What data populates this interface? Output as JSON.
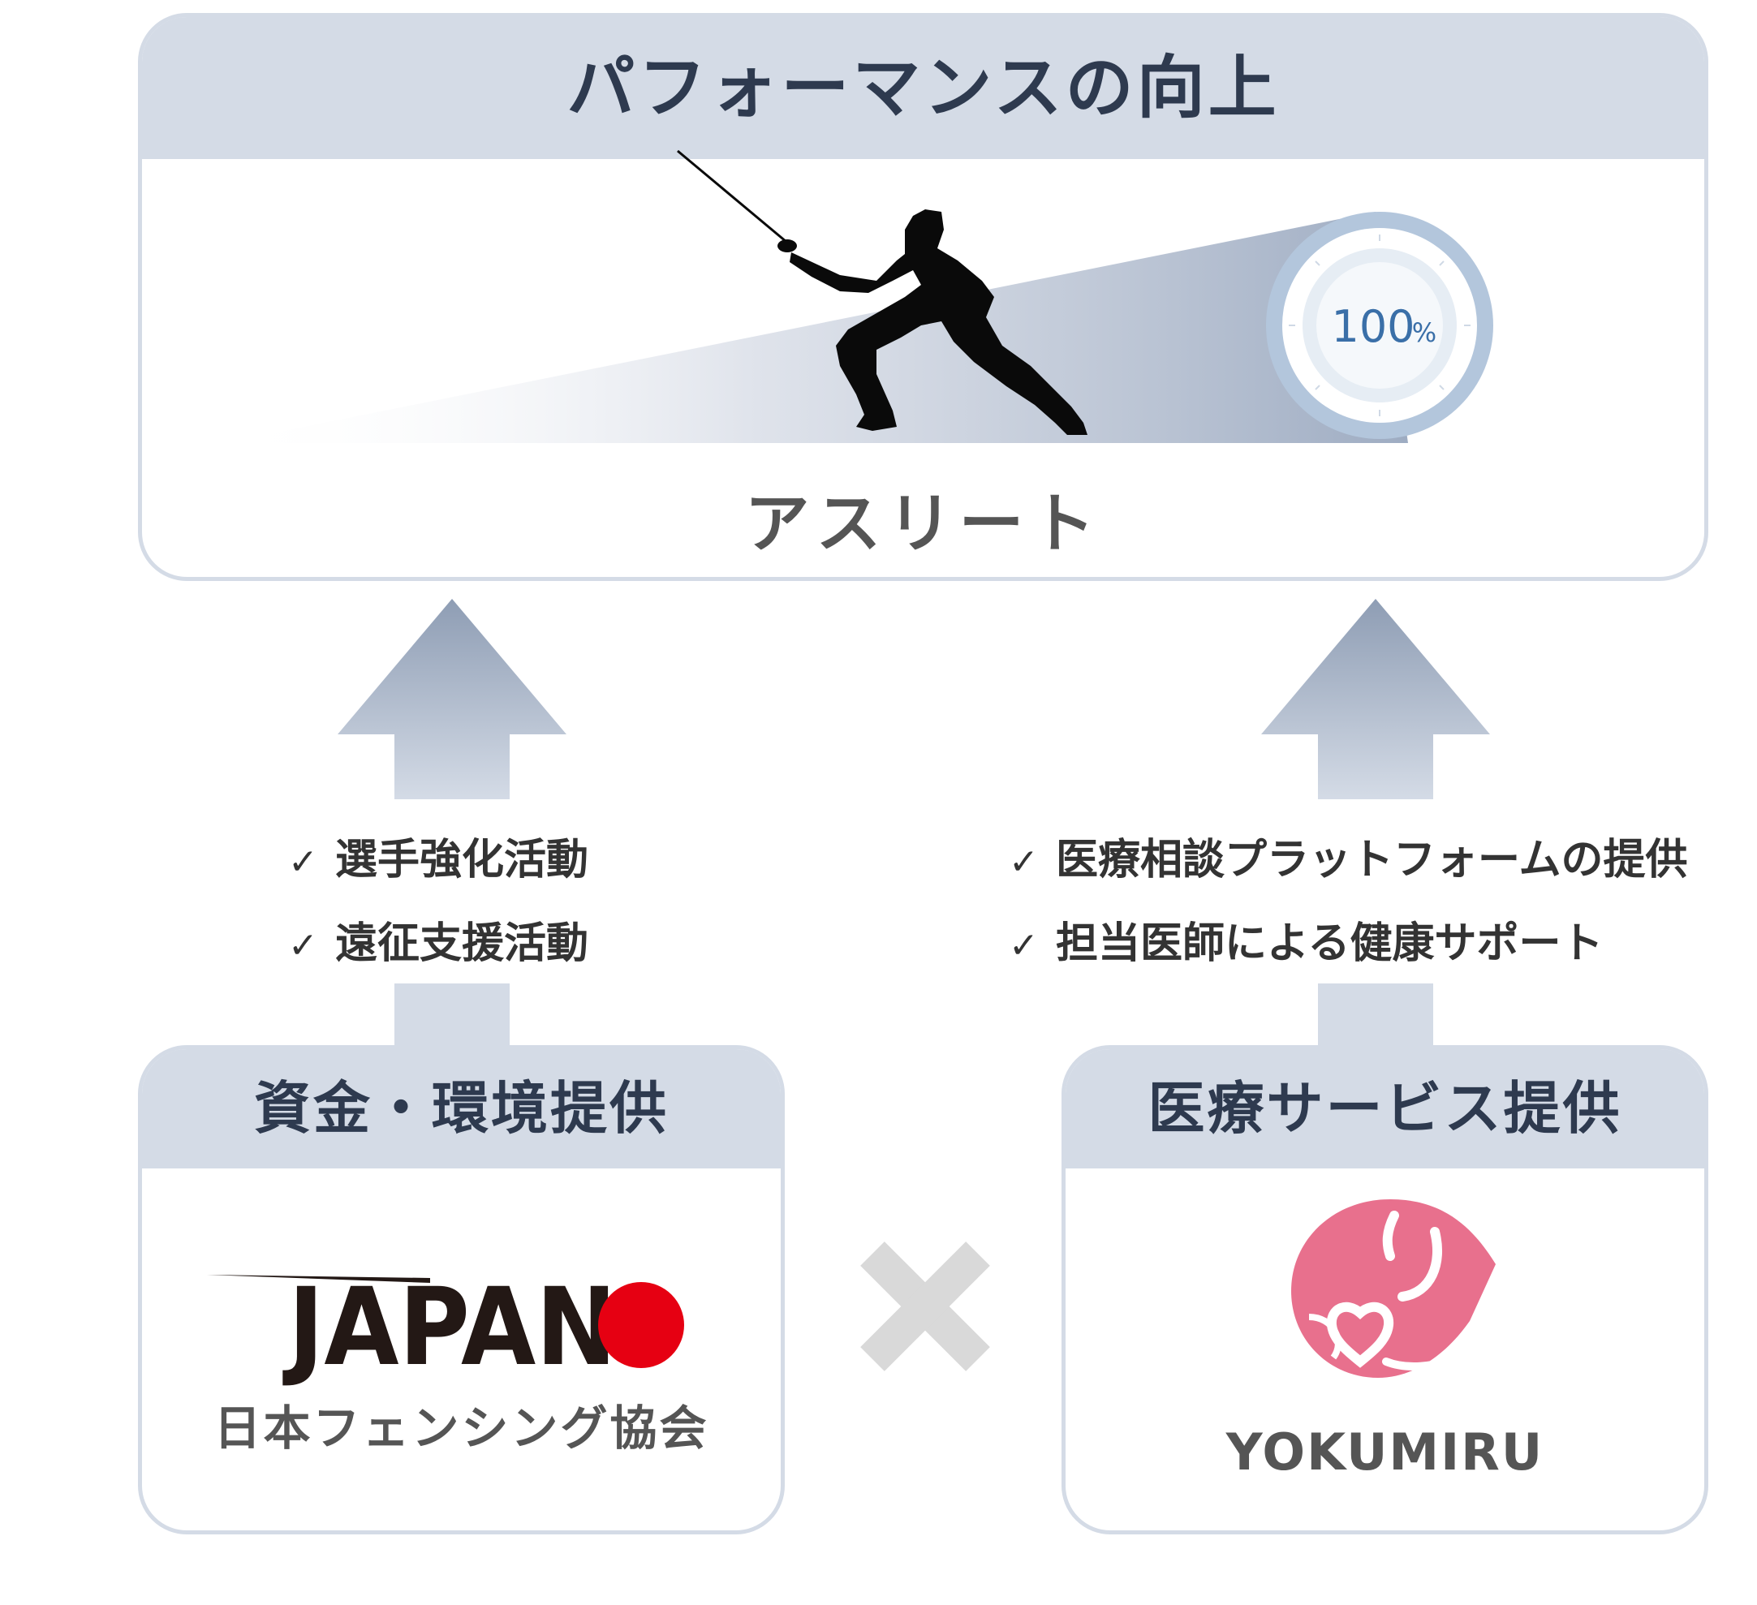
{
  "header": {
    "title": "パフォーマンスの向上"
  },
  "athlete": {
    "label": "アスリート",
    "gauge_value": "100",
    "gauge_unit": "%"
  },
  "left_benefits": [
    "選手強化活動",
    "遠征支援活動"
  ],
  "right_benefits": [
    "医療相談プラットフォームの提供",
    "担当医師による健康サポート"
  ],
  "check_mark": "✓",
  "left_card": {
    "title": "資金・環境提供",
    "logo_text": "JAPAN",
    "org_name": "日本フェンシング協会"
  },
  "right_card": {
    "title": "医療サービス提供",
    "org_name": "YOKUMIRU"
  },
  "colors": {
    "header_bg": "#d4dbe6",
    "header_text": "#2e3a4f",
    "arrow": "#8e9db4",
    "rising_sun_red": "#e60012",
    "yokumiru_pink": "#e8708d",
    "cross_gray": "#d9d9d9",
    "gauge_ring": "#b3c6dc",
    "gauge_text": "#3a6fa8"
  }
}
